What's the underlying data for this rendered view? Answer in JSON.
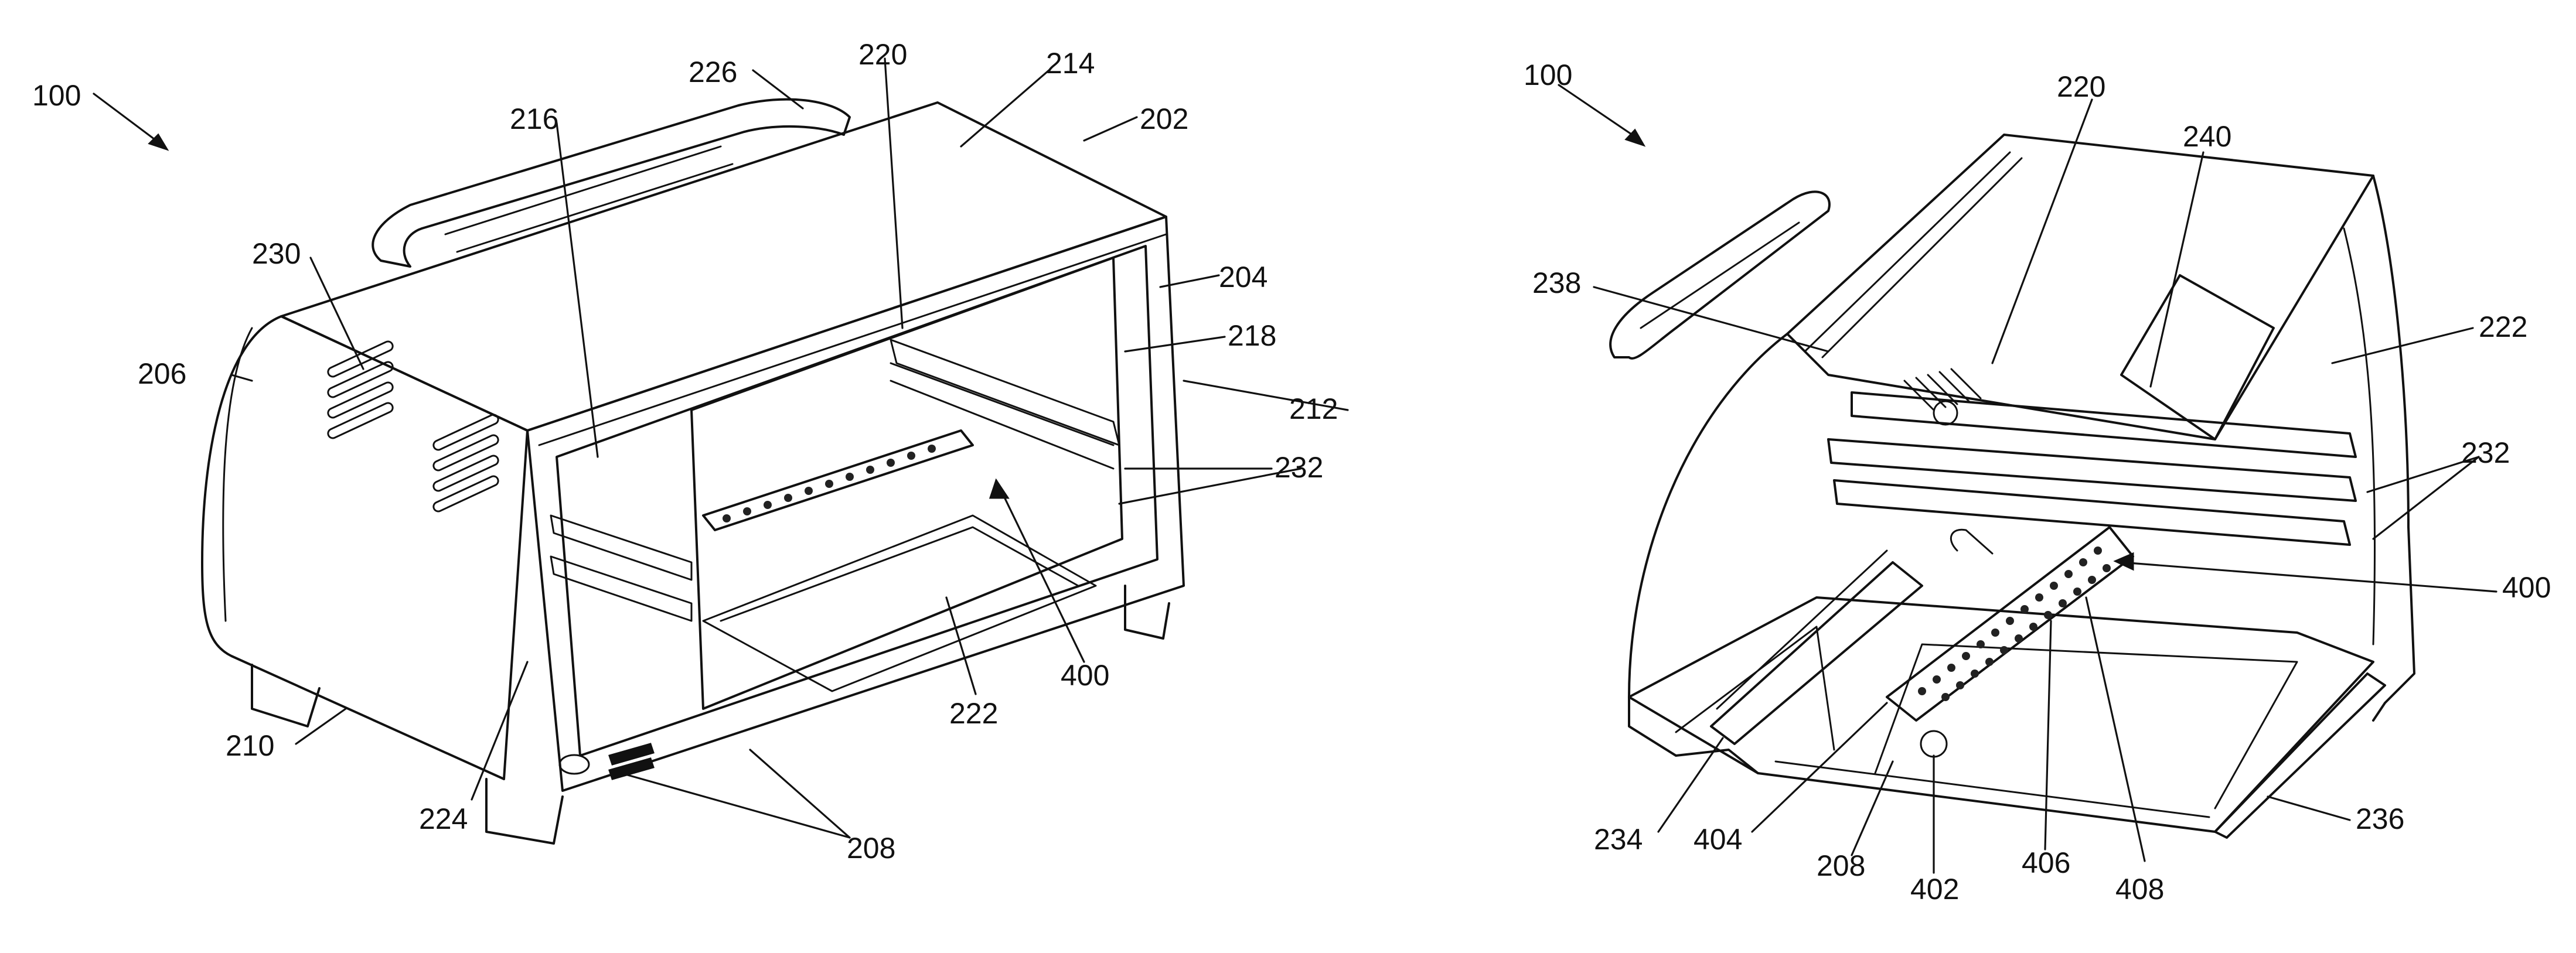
{
  "figure_left": {
    "refs": {
      "assembly": "100",
      "handle": "226",
      "top_rail": "220",
      "top_panel": "214",
      "housing": "202",
      "interior_wall": "216",
      "vent": "230",
      "front_frame": "204",
      "side_wall": "218",
      "end_cap": "206",
      "side_panel": "212",
      "heating_elements": "232",
      "foot": "210",
      "rack": "400",
      "crumb_tray": "222",
      "door_hinge": "224",
      "controls": "208"
    }
  },
  "figure_right": {
    "refs": {
      "assembly": "100",
      "top_rail": "220",
      "reflector": "240",
      "lid_edge": "238",
      "crumb_tray": "222",
      "heating_elements": "232",
      "rack": "400",
      "left_guide": "234",
      "rack_edge": "404",
      "base": "208",
      "rack_hook": "402",
      "rack_slot": "406",
      "rack_holes": "408",
      "right_guide": "236"
    }
  },
  "colors": {
    "line": "#111111",
    "background": "#ffffff"
  }
}
